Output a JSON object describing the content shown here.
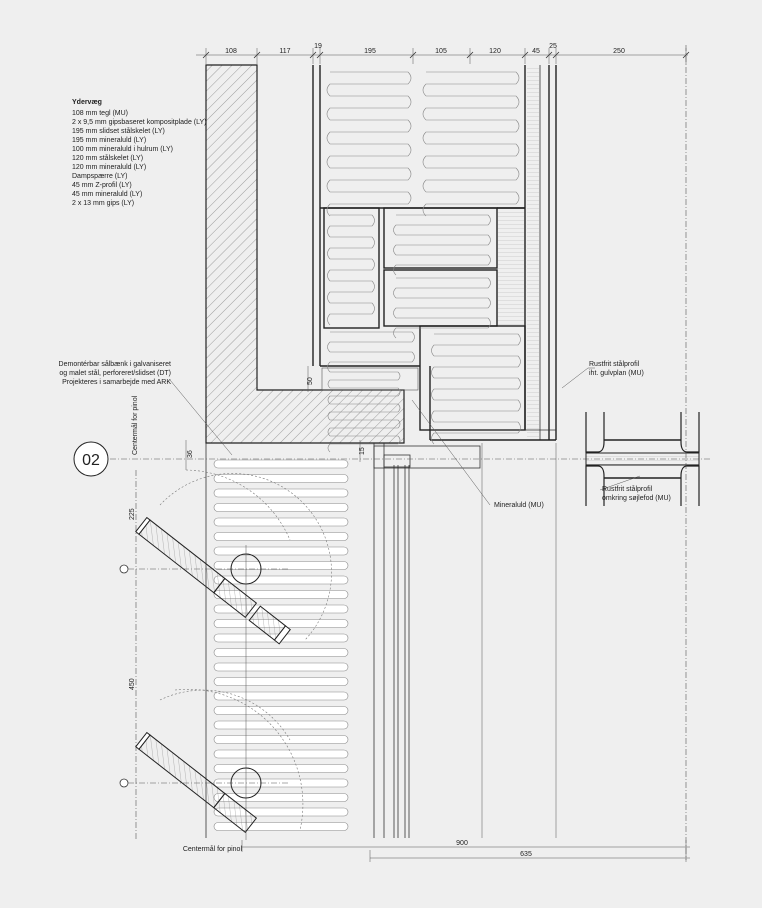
{
  "legend": {
    "title": "Ydervæg",
    "items": [
      "108 mm tegl (MU)",
      "2 x 9,5 mm gipsbaseret kompositplade (LY)",
      "195 mm slidset stålskelet (LY)",
      "195 mm mineraluld (LY)",
      "100 mm mineraluld i hulrum (LY)",
      "120 mm stålskelet (LY)",
      "120 mm mineraluld (LY)",
      "Dampspærre (LY)",
      "45 mm Z-profil (LY)",
      "45 mm mineraluld (LY)",
      "2 x 13 mm gips (LY)"
    ]
  },
  "top_dimensions": [
    "108",
    "117",
    "19",
    "195",
    "105",
    "120",
    "45",
    "25",
    "250"
  ],
  "annotations": {
    "bench": [
      "Demontérbar sålbænk i galvaniseret",
      "og malet stål, perforeret/slidset (DT)",
      "Projekteres i samarbejde med ARK"
    ],
    "steel_top": [
      "Rustfrit stålprofil",
      "iht. gulvplan (MU)"
    ],
    "steel_bottom": [
      "Rustfrit stålprofil",
      "omkring søjlefod (MU)"
    ],
    "mineral_wool": "Mineraluld (MU)",
    "center_vertical": "Centermål for pinol",
    "center_bottom": "Centermål for pinol"
  },
  "section_marker": "02",
  "side_dimensions": {
    "d50": "50",
    "d36": "36",
    "d15": "15",
    "d225": "225",
    "d450": "450"
  },
  "bottom_dimensions": {
    "d900": "900",
    "d635": "635"
  }
}
